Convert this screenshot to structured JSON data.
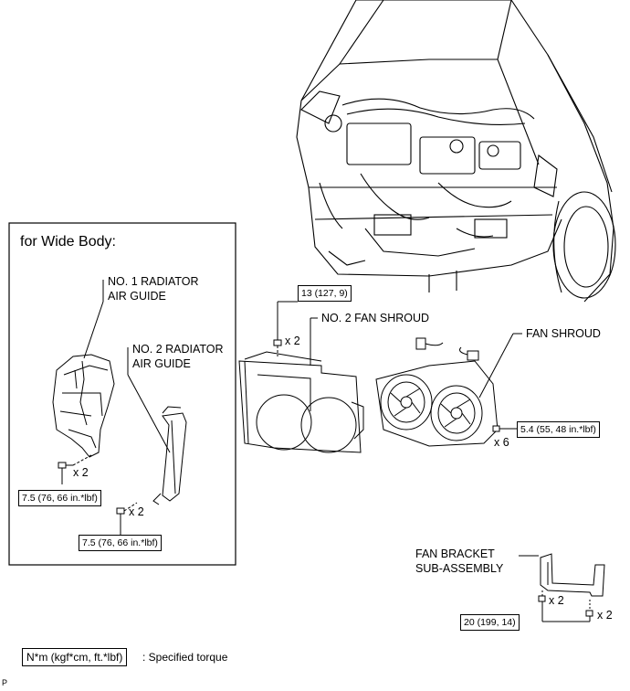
{
  "wide_body": {
    "title": "for Wide Body:",
    "no1_radiator_air_guide": "NO. 1 RADIATOR\nAIR GUIDE",
    "no2_radiator_air_guide": "NO. 2 RADIATOR\nAIR GUIDE",
    "torque_left": "7.5 (76, 66 in.*lbf)",
    "torque_left_qty": "x 2",
    "torque_bottom": "7.5 (76, 66 in.*lbf)",
    "torque_bottom_qty": "x 2"
  },
  "center": {
    "torque_top": "13 (127, 9)",
    "torque_top_qty": "x 2",
    "no2_fan_shroud": "NO. 2 FAN SHROUD"
  },
  "right": {
    "fan_shroud": "FAN SHROUD",
    "torque_fan_shroud": "5.4 (55, 48 in.*lbf)",
    "torque_fan_shroud_qty": "x 6",
    "fan_bracket": "FAN BRACKET\nSUB-ASSEMBLY",
    "bracket_qty_a": "x 2",
    "bracket_qty_b": "x 2",
    "torque_bracket": "20 (199, 14)"
  },
  "legend": {
    "unit_box": "N*m (kgf*cm, ft.*lbf)",
    "unit_desc": ": Specified torque"
  },
  "footer": {
    "code": "P"
  }
}
